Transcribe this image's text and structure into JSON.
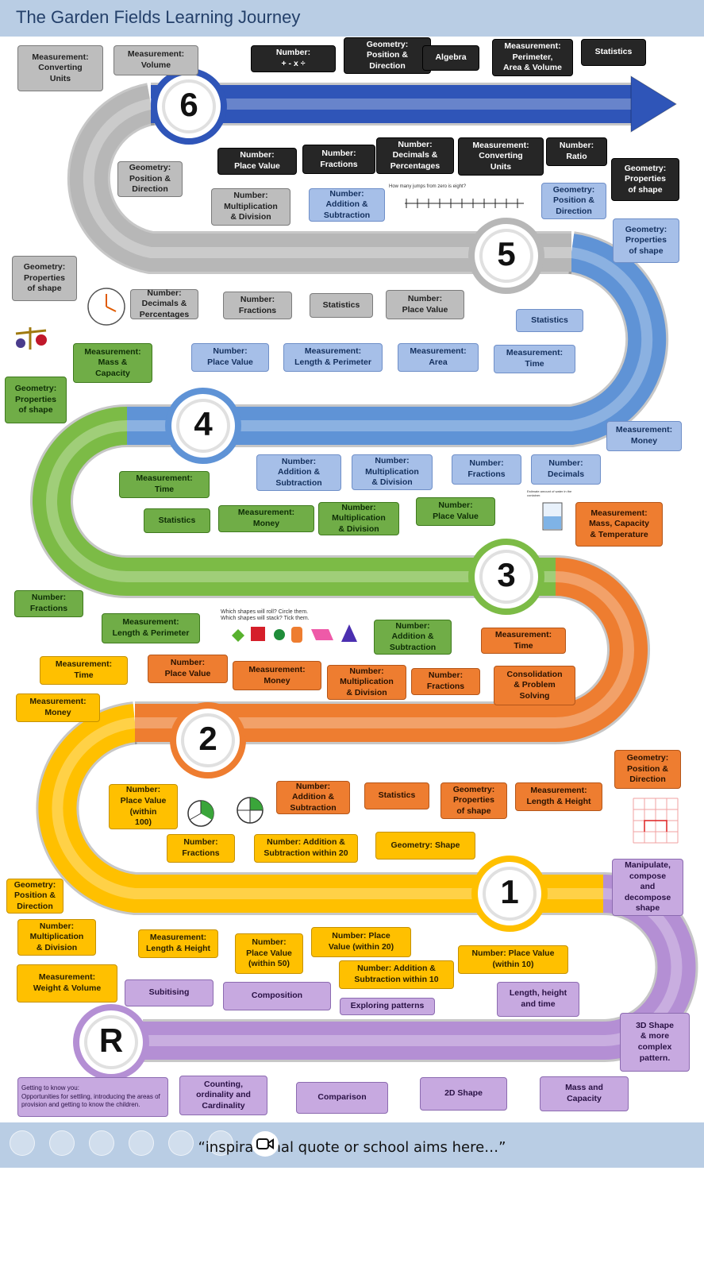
{
  "title": "The Garden Fields Learning Journey",
  "footer_quote": "“inspirational quote or school aims here…”",
  "stages": [
    {
      "label": "6",
      "color": "#2f55b8"
    },
    {
      "label": "5",
      "color": "#b7b7b7"
    },
    {
      "label": "4",
      "color": "#5f93d6"
    },
    {
      "label": "3",
      "color": "#7cbb46"
    },
    {
      "label": "2",
      "color": "#ee7d30"
    },
    {
      "label": "1",
      "color": "#ffc000"
    },
    {
      "label": "R",
      "color": "#b48fd4"
    }
  ],
  "notes": {
    "jumps": "How many jumps from zero is eight?",
    "shapes": "Which shapes will roll? Circle them.\nWhich shapes will stack? Tick them.",
    "jug": "Estimate amount of water in the container."
  },
  "boxes": [
    {
      "text": "Measurement:\nConverting\nUnits",
      "color": "grey"
    },
    {
      "text": "Measurement:\nVolume",
      "color": "grey"
    },
    {
      "text": "Number:\n+ - x ÷",
      "color": "dark"
    },
    {
      "text": "Geometry:\nPosition &\nDirection",
      "color": "dark"
    },
    {
      "text": "Algebra",
      "color": "dark"
    },
    {
      "text": "Measurement:\nPerimeter,\nArea & Volume",
      "color": "dark"
    },
    {
      "text": "Statistics",
      "color": "dark"
    },
    {
      "text": "Number:\nPlace Value",
      "color": "dark"
    },
    {
      "text": "Number:\nFractions",
      "color": "dark"
    },
    {
      "text": "Number:\nDecimals &\nPercentages",
      "color": "dark"
    },
    {
      "text": "Measurement:\nConverting\nUnits",
      "color": "dark"
    },
    {
      "text": "Number:\nRatio",
      "color": "dark"
    },
    {
      "text": "Geometry:\nProperties\nof shape",
      "color": "dark"
    },
    {
      "text": "Geometry:\nPosition &\nDirection",
      "color": "grey"
    },
    {
      "text": "Number:\nMultiplication\n& Division",
      "color": "grey"
    },
    {
      "text": "Number:\nAddition &\nSubtraction",
      "color": "blue"
    },
    {
      "text": "Geometry:\nPosition &\nDirection",
      "color": "blue"
    },
    {
      "text": "Geometry:\nProperties\nof shape",
      "color": "blue"
    },
    {
      "text": "Geometry:\nProperties\nof shape",
      "color": "grey"
    },
    {
      "text": "Number:\nDecimals &\nPercentages",
      "color": "grey"
    },
    {
      "text": "Number:\nFractions",
      "color": "grey"
    },
    {
      "text": "Statistics",
      "color": "grey"
    },
    {
      "text": "Number:\nPlace Value",
      "color": "grey"
    },
    {
      "text": "Statistics",
      "color": "blue"
    },
    {
      "text": "Measurement:\nMass &\nCapacity",
      "color": "green"
    },
    {
      "text": "Number:\nPlace Value",
      "color": "blue"
    },
    {
      "text": "Measurement:\nLength & Perimeter",
      "color": "blue"
    },
    {
      "text": "Measurement:\nArea",
      "color": "blue"
    },
    {
      "text": "Measurement:\nTime",
      "color": "blue"
    },
    {
      "text": "Geometry:\nProperties\nof shape",
      "color": "green"
    },
    {
      "text": "Measurement:\nMoney",
      "color": "blue"
    },
    {
      "text": "Number:\nAddition &\nSubtraction",
      "color": "blue"
    },
    {
      "text": "Number:\nMultiplication\n& Division",
      "color": "blue"
    },
    {
      "text": "Number:\nFractions",
      "color": "blue"
    },
    {
      "text": "Number:\nDecimals",
      "color": "blue"
    },
    {
      "text": "Measurement:\nTime",
      "color": "green"
    },
    {
      "text": "Statistics",
      "color": "green"
    },
    {
      "text": "Measurement:\nMoney",
      "color": "green"
    },
    {
      "text": "Number:\nMultiplication\n& Division",
      "color": "green"
    },
    {
      "text": "Number:\nPlace Value",
      "color": "green"
    },
    {
      "text": "Measurement:\nMass, Capacity\n& Temperature",
      "color": "orange"
    },
    {
      "text": "Number:\nFractions",
      "color": "green"
    },
    {
      "text": "Measurement:\nLength & Perimeter",
      "color": "green"
    },
    {
      "text": "Number:\nAddition &\nSubtraction",
      "color": "green"
    },
    {
      "text": "Measurement:\nTime",
      "color": "orange"
    },
    {
      "text": "Measurement:\nTime",
      "color": "yellow"
    },
    {
      "text": "Number:\nPlace Value",
      "color": "orange"
    },
    {
      "text": "Measurement:\nMoney",
      "color": "orange"
    },
    {
      "text": "Number:\nMultiplication\n& Division",
      "color": "orange"
    },
    {
      "text": "Number:\nFractions",
      "color": "orange"
    },
    {
      "text": "Consolidation\n& Problem\nSolving",
      "color": "orange"
    },
    {
      "text": "Measurement:\nMoney",
      "color": "yellow"
    },
    {
      "text": "Number:\nPlace Value\n(within\n100)",
      "color": "yellow"
    },
    {
      "text": "Number:\nAddition &\nSubtraction",
      "color": "orange"
    },
    {
      "text": "Statistics",
      "color": "orange"
    },
    {
      "text": "Geometry:\nProperties\nof shape",
      "color": "orange"
    },
    {
      "text": "Measurement:\nLength & Height",
      "color": "orange"
    },
    {
      "text": "Geometry:\nPosition &\nDirection",
      "color": "orange"
    },
    {
      "text": "Number:\nFractions",
      "color": "yellow"
    },
    {
      "text": "Number: Addition &\nSubtraction within 20",
      "color": "yellow"
    },
    {
      "text": "Geometry: Shape",
      "color": "yellow"
    },
    {
      "text": "Geometry:\nPosition &\nDirection",
      "color": "yellow"
    },
    {
      "text": "Manipulate,\ncompose\nand\ndecompose\nshape",
      "color": "purple"
    },
    {
      "text": "Number:\nMultiplication\n& Division",
      "color": "yellow"
    },
    {
      "text": "Measurement:\nLength & Height",
      "color": "yellow"
    },
    {
      "text": "Number:\nPlace Value\n(within 50)",
      "color": "yellow"
    },
    {
      "text": "Number: Place\nValue (within 20)",
      "color": "yellow"
    },
    {
      "text": "Number: Place Value\n(within 10)",
      "color": "yellow"
    },
    {
      "text": "Number: Addition &\nSubtraction within 10",
      "color": "yellow"
    },
    {
      "text": "Measurement:\nWeight & Volume",
      "color": "yellow"
    },
    {
      "text": "Subitising",
      "color": "purple"
    },
    {
      "text": "Composition",
      "color": "purple"
    },
    {
      "text": "Exploring patterns",
      "color": "purple"
    },
    {
      "text": "Length, height\nand time",
      "color": "purple"
    },
    {
      "text": "3D Shape\n& more\ncomplex\npattern.",
      "color": "purple"
    },
    {
      "text": "Getting to know you:\nOpportunities for settling, introducing the areas of provision and getting to know the children.",
      "color": "purple",
      "small": true
    },
    {
      "text": "Counting,\nordinality and\nCardinality",
      "color": "purple"
    },
    {
      "text": "Comparison",
      "color": "purple"
    },
    {
      "text": "2D Shape",
      "color": "purple"
    },
    {
      "text": "Mass and\nCapacity",
      "color": "purple"
    }
  ]
}
